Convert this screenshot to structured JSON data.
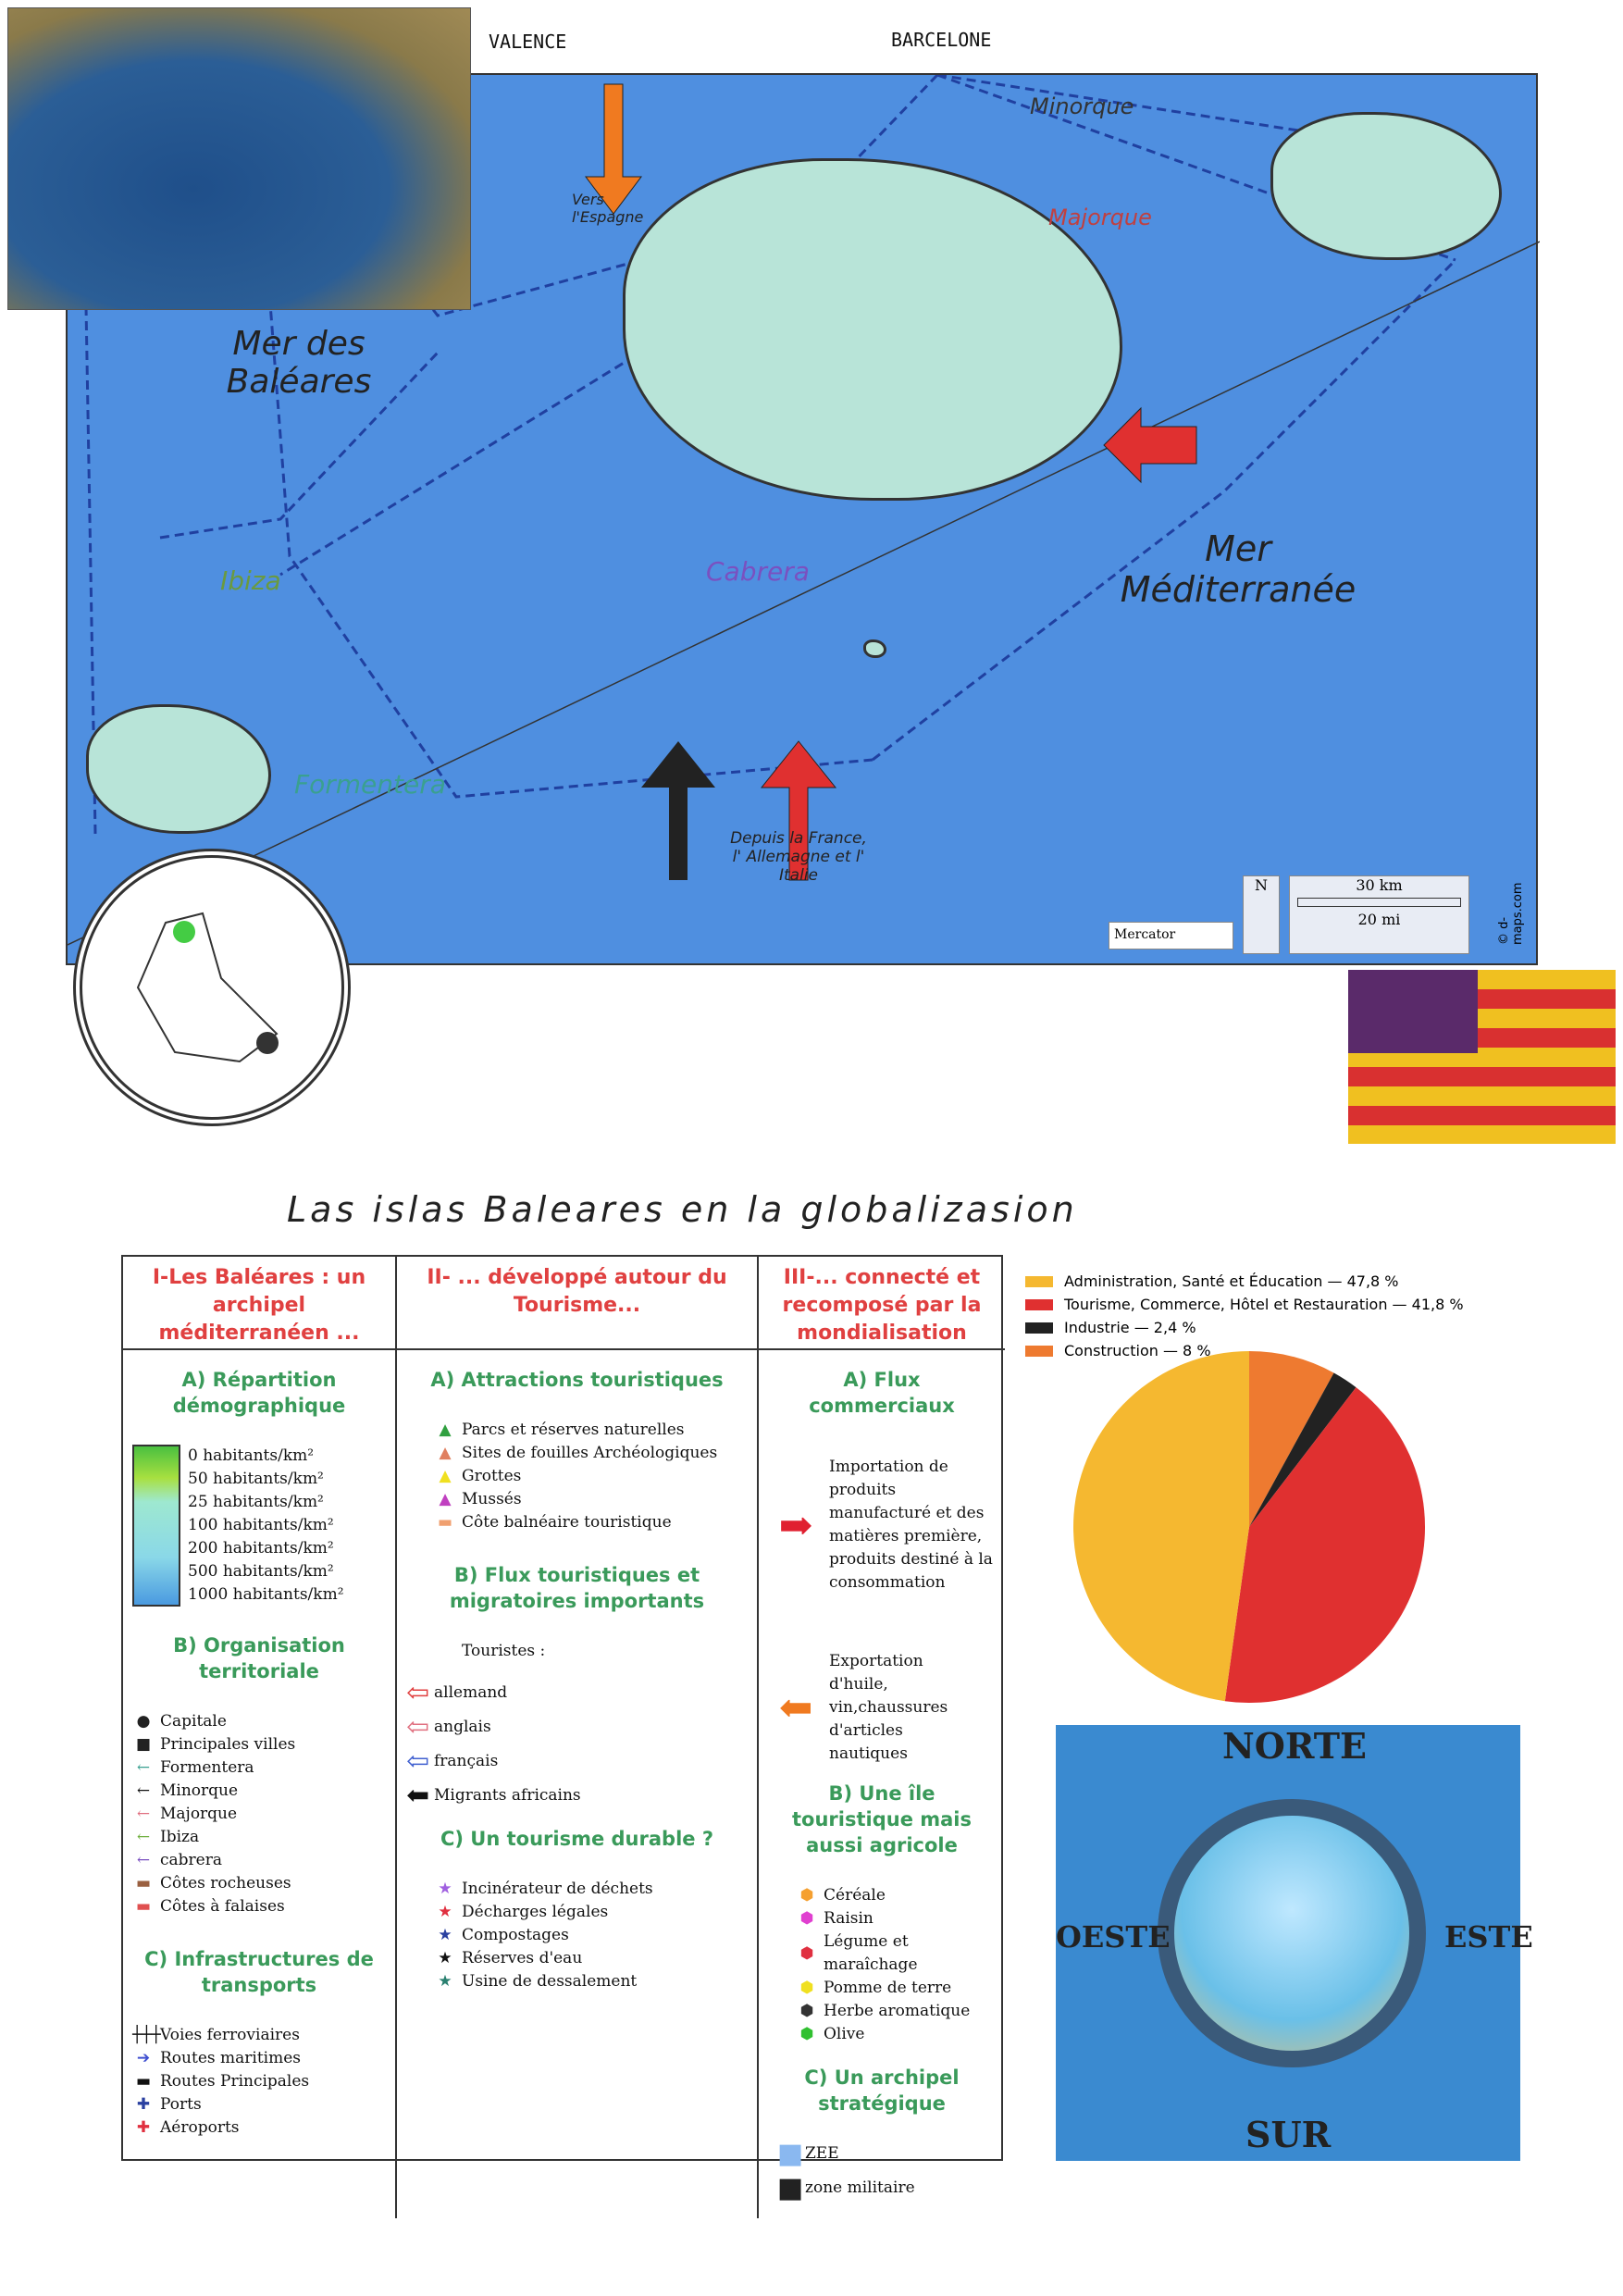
{
  "map": {
    "cities": {
      "valence": "VALENCE",
      "barcelone": "BARCELONE"
    },
    "labels": {
      "vers_espagne": "Vers l'Espagne",
      "minorque": "Minorque",
      "majorque": "Majorque",
      "mer_baleares": "Mer des Baléares",
      "ibiza": "Ibiza",
      "formentera": "Formentera",
      "cabrera": "Cabrera",
      "mer_med": "Mer Méditerranée",
      "depuis": "Depuis la France, l' Allemagne et l' Italie"
    },
    "scale": {
      "north": "N",
      "km": "30 km",
      "mi": "20 mi",
      "projection": "Mercator",
      "credit": "© d-maps.com"
    }
  },
  "title": "Las islas Baleares en la globalizasion",
  "legend": {
    "col1": {
      "header": "I-Les Baléares : un archipel méditerranéen ...",
      "a_title": "A) Répartition démographique",
      "density": [
        "0 habitants/km²",
        "50 habitants/km²",
        "25 habitants/km²",
        "100 habitants/km²",
        "200 habitants/km²",
        "500 habitants/km²",
        "1000 habitants/km²"
      ],
      "b_title": "B) Organisation territoriale",
      "b_items": [
        "Capitale",
        "Principales villes",
        "Formentera",
        "Minorque",
        "Majorque",
        "Ibiza",
        "cabrera",
        "Côtes rocheuses",
        "Côtes à falaises"
      ],
      "c_title": "C) Infrastructures de transports",
      "c_items": [
        "Voies ferroviaires",
        "Routes maritimes",
        "Routes Principales",
        "Ports",
        "Aéroports"
      ]
    },
    "col2": {
      "header": "II- ... développé autour du Tourisme...",
      "a_title": "A) Attractions touristiques",
      "a_items": [
        "Parcs et réserves naturelles",
        "Sites de fouilles Archéologiques",
        "Grottes",
        "Mussés",
        "Côte balnéaire touristique"
      ],
      "b_title": "B) Flux touristiques et migratoires importants",
      "touristes": "Touristes :",
      "b_items": [
        "allemand",
        "anglais",
        "français",
        "Migrants africains"
      ],
      "c_title": "C) Un tourisme durable ?",
      "c_items": [
        "Incinérateur de déchets",
        "Décharges légales",
        "Compostages",
        "Réserves d'eau",
        "Usine de dessalement"
      ]
    },
    "col3": {
      "header": "III-... connecté et recomposé par la mondialisation",
      "a_title": "A) Flux commerciaux",
      "import": "Importation de produits manufacturé et des matières première, produits destiné à la consommation",
      "export": "Exportation d'huile, vin,chaussures d'articles nautiques",
      "b_title": "B) Une île touristique mais aussi agricole",
      "b_items": [
        "Céréale",
        "Raisin",
        "Légume et maraîchage",
        "Pomme de terre",
        "Herbe aromatique",
        "Olive"
      ],
      "c_title": "C) Un archipel stratégique",
      "c_items": [
        "ZEE",
        "zone militaire"
      ]
    }
  },
  "chart_data": {
    "type": "pie",
    "series": [
      {
        "label": "Administration, Santé et Éducation — 47,8 %",
        "value": 47.8,
        "color": "#f5b830"
      },
      {
        "label": "Tourisme, Commerce, Hôtel et Restauration — 41,8 %",
        "value": 41.8,
        "color": "#e03030"
      },
      {
        "label": "Industrie — 2,4 %",
        "value": 2.4,
        "color": "#222222"
      },
      {
        "label": "Construction — 8 %",
        "value": 8,
        "color": "#ee7a30"
      }
    ]
  },
  "compass": {
    "n": "NORTE",
    "s": "SUR",
    "w": "OESTE",
    "e": "ESTE"
  }
}
